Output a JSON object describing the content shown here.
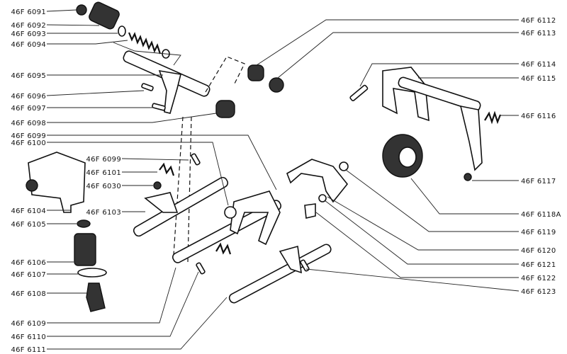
{
  "labels_left": [
    "46F 6091",
    "46F 6092",
    "46F 6093",
    "46F 6094",
    "46F 6095",
    "46F 6096",
    "46F 6097",
    "46F 6098",
    "46F 6099",
    "46F 6100",
    "46F 6104",
    "46F 6105",
    "46F 6106",
    "46F 6107",
    "46F 6108",
    "46F 6109",
    "46F 6110",
    "46F 6111"
  ],
  "labels_middle": [
    "46F 6099",
    "46F 6101",
    "46F 6030",
    "46F 6103"
  ],
  "labels_right": [
    "46F 6112",
    "46F 6113",
    "46F 6114",
    "46F 6115",
    "46F 6116",
    "46F 6117",
    "46F 6118A",
    "46F 6119",
    "46F 6120",
    "46F 6121",
    "46F 6122",
    "46F 6123"
  ]
}
